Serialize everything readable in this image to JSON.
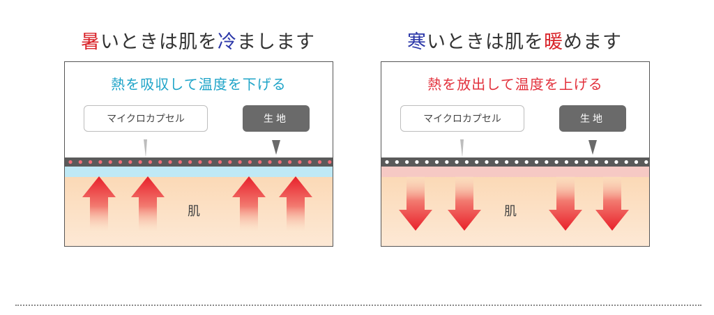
{
  "left": {
    "heading_hl": "暑",
    "heading_mid": "いときは肌を",
    "heading_hl2": "冷",
    "heading_end": "まします",
    "title": "熱を吸収して温度を下げる",
    "capsule_label": "マイクロカプセル",
    "fabric_label": "生地",
    "skin_label": "肌"
  },
  "right": {
    "heading_hl": "寒",
    "heading_mid": "いときは肌を",
    "heading_hl2": "暖",
    "heading_end": "めます",
    "title": "熱を放出して温度を上げる",
    "capsule_label": "マイクロカプセル",
    "fabric_label": "生地",
    "skin_label": "肌"
  },
  "colors": {
    "cool_title": "#1fa4c8",
    "warm_title": "#e2313c",
    "arrow_red": "#e8202a",
    "skin": "#fbe2c8",
    "cool_layer": "#bfe9f5",
    "warm_layer": "#f6c9c4",
    "fabric_band": "#5a5a5a"
  },
  "icons": {
    "up_arrow": "up-arrow-icon",
    "down_arrow": "down-arrow-icon"
  }
}
